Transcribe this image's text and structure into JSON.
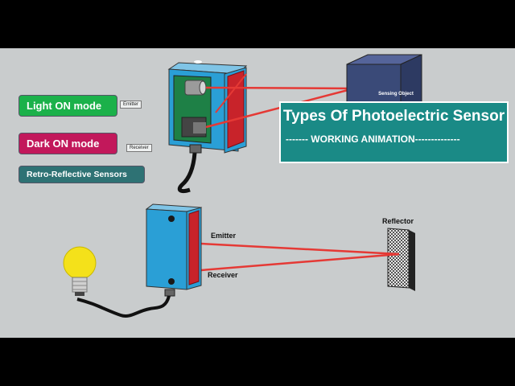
{
  "modes": {
    "light_on": "Light ON mode",
    "dark_on": "Dark ON mode",
    "retro_reflective": "Retro-Reflective Sensors"
  },
  "labels": {
    "emitter_tag": "Emitter",
    "receiver_tag": "Receiver",
    "sensing_object": "Sensing Object",
    "reflector": "Reflector",
    "emitter_beam": "Emitter",
    "receiver_beam": "Receiver"
  },
  "title": {
    "main": "Types Of Photoelectric Sensor",
    "sub": "------- WORKING ANIMATION--------------"
  },
  "colors": {
    "light_on": "#1bb14a",
    "dark_on": "#c2185b",
    "retro": "#2e7274",
    "title_bg": "#1a8a86",
    "sensor_body": "#2a9fd6",
    "lens": "#c8232a",
    "beam": "#e53935",
    "object": "#3a4a78",
    "bulb": "#f4e11a"
  }
}
